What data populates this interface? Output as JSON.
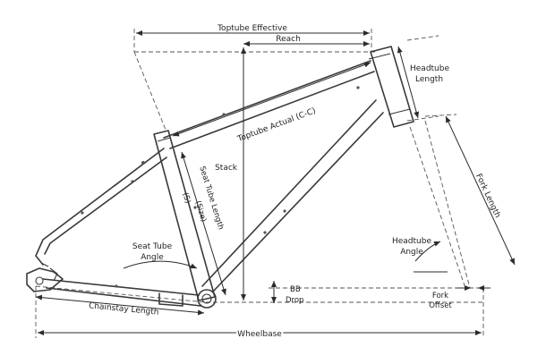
{
  "labels": {
    "toptube_effective": "Toptube Effective",
    "reach": "Reach",
    "headtube_length_1": "Headtube",
    "headtube_length_2": "Length",
    "toptube_actual": "Toptube Actual (C-C)",
    "stack": "Stack",
    "seat_tube_length_1": "Seat Tube Length",
    "seat_tube_length_2": "(Size)",
    "fork_length": "Fork Length",
    "seat_tube_angle_1": "Seat Tube",
    "seat_tube_angle_2": "Angle",
    "headtube_angle_1": "Headtube",
    "headtube_angle_2": "Angle",
    "bb_drop_1": "BB",
    "bb_drop_2": "Drop",
    "fork_offset_1": "Fork",
    "fork_offset_2": "Offset",
    "chainstay_length": "Chainstay Length",
    "wheelbase": "Wheelbase",
    "seat_tube_decal": "(S)"
  },
  "colors": {
    "line": "#3a3a3a",
    "text": "#1f1f1f",
    "background": "#ffffff"
  }
}
